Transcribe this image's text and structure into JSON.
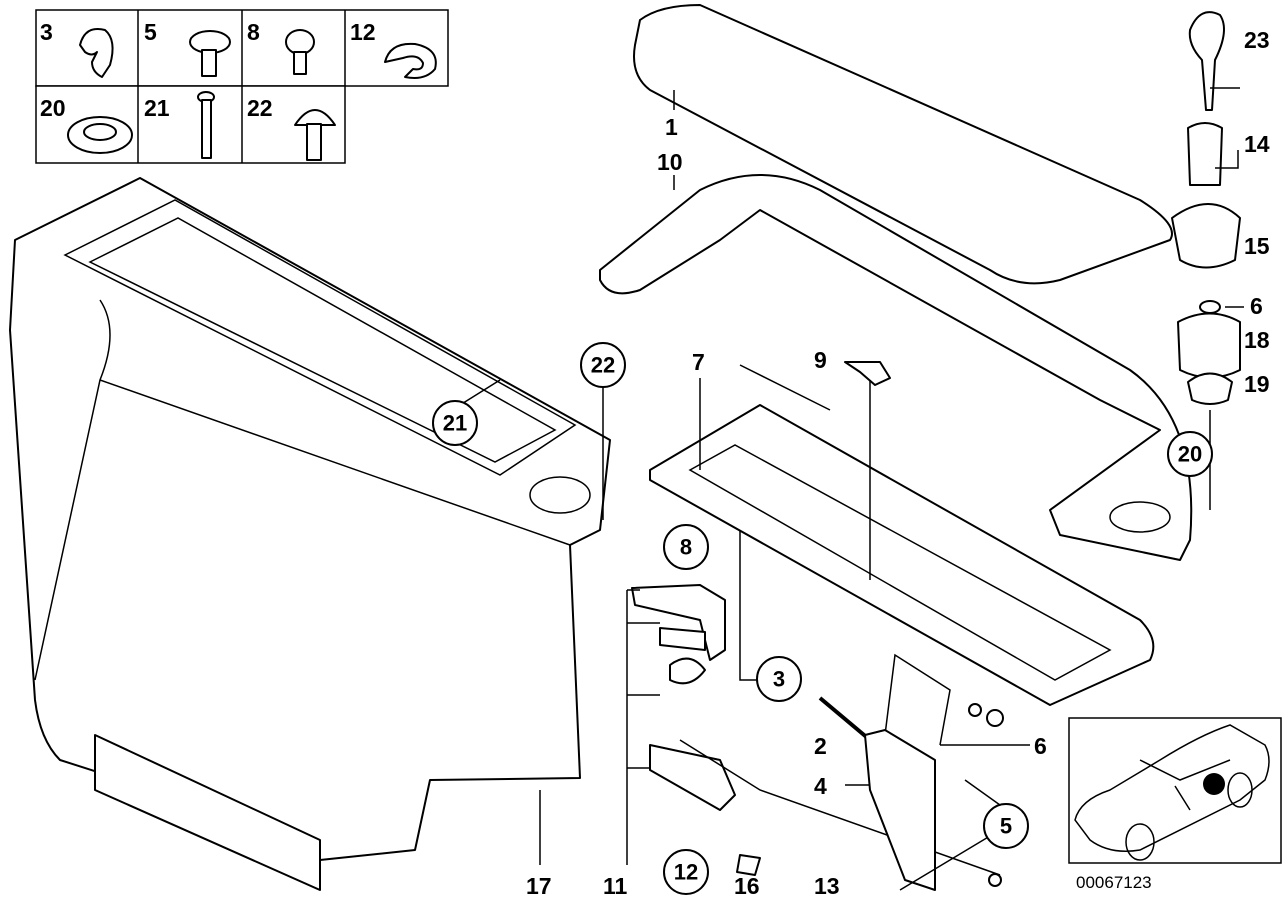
{
  "fastener_grid": {
    "row1": [
      "3",
      "5",
      "8",
      "12"
    ],
    "row2": [
      "20",
      "21",
      "22"
    ]
  },
  "part_labels": [
    "1",
    "10",
    "7",
    "9",
    "23",
    "14",
    "15",
    "6",
    "18",
    "19",
    "2",
    "4",
    "6",
    "17",
    "11",
    "16",
    "13"
  ],
  "circled_callouts": [
    "22",
    "21",
    "8",
    "3",
    "12",
    "5",
    "20"
  ],
  "location_marker_color": "#000000",
  "drawing_id": "00067123"
}
